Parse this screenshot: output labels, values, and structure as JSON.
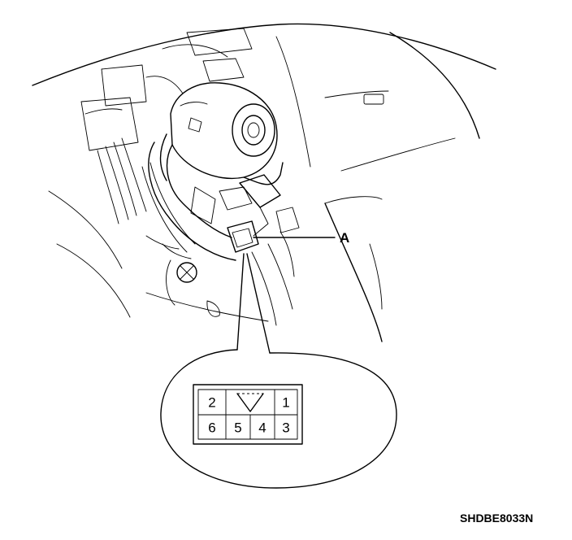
{
  "callout": {
    "label": "A"
  },
  "connector": {
    "top_row": [
      "2",
      "1"
    ],
    "bottom_row": [
      "6",
      "5",
      "4",
      "3"
    ]
  },
  "reference_code": "SHDBE8033N"
}
